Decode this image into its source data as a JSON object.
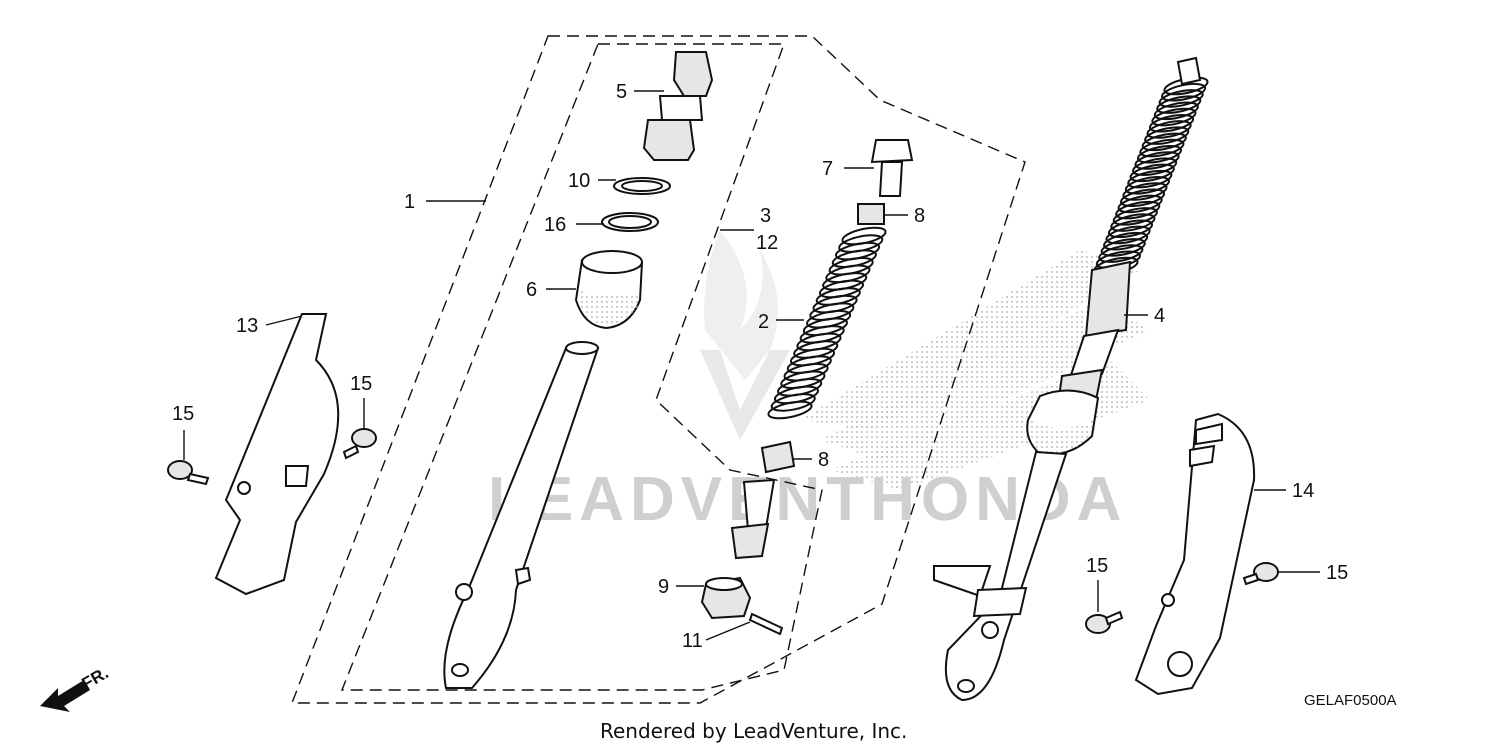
{
  "diagram": {
    "callouts": {
      "c1": "1",
      "c2": "2",
      "c3": "3",
      "c4": "4",
      "c5": "5",
      "c6": "6",
      "c7": "7",
      "c8a": "8",
      "c8b": "8",
      "c9": "9",
      "c10": "10",
      "c11": "11",
      "c12": "12",
      "c13": "13",
      "c14": "14",
      "c15a": "15",
      "c15b": "15",
      "c15c": "15",
      "c15d": "15",
      "c16": "16"
    },
    "watermark": "LEADVENTHONDA",
    "credit": "Rendered by LeadVenture, Inc.",
    "diagram_code": "GELAF0500A",
    "direction_label": "FR.",
    "colors": {
      "ink": "#111111",
      "watermark": "#cfcfcf",
      "background": "#ffffff"
    }
  }
}
